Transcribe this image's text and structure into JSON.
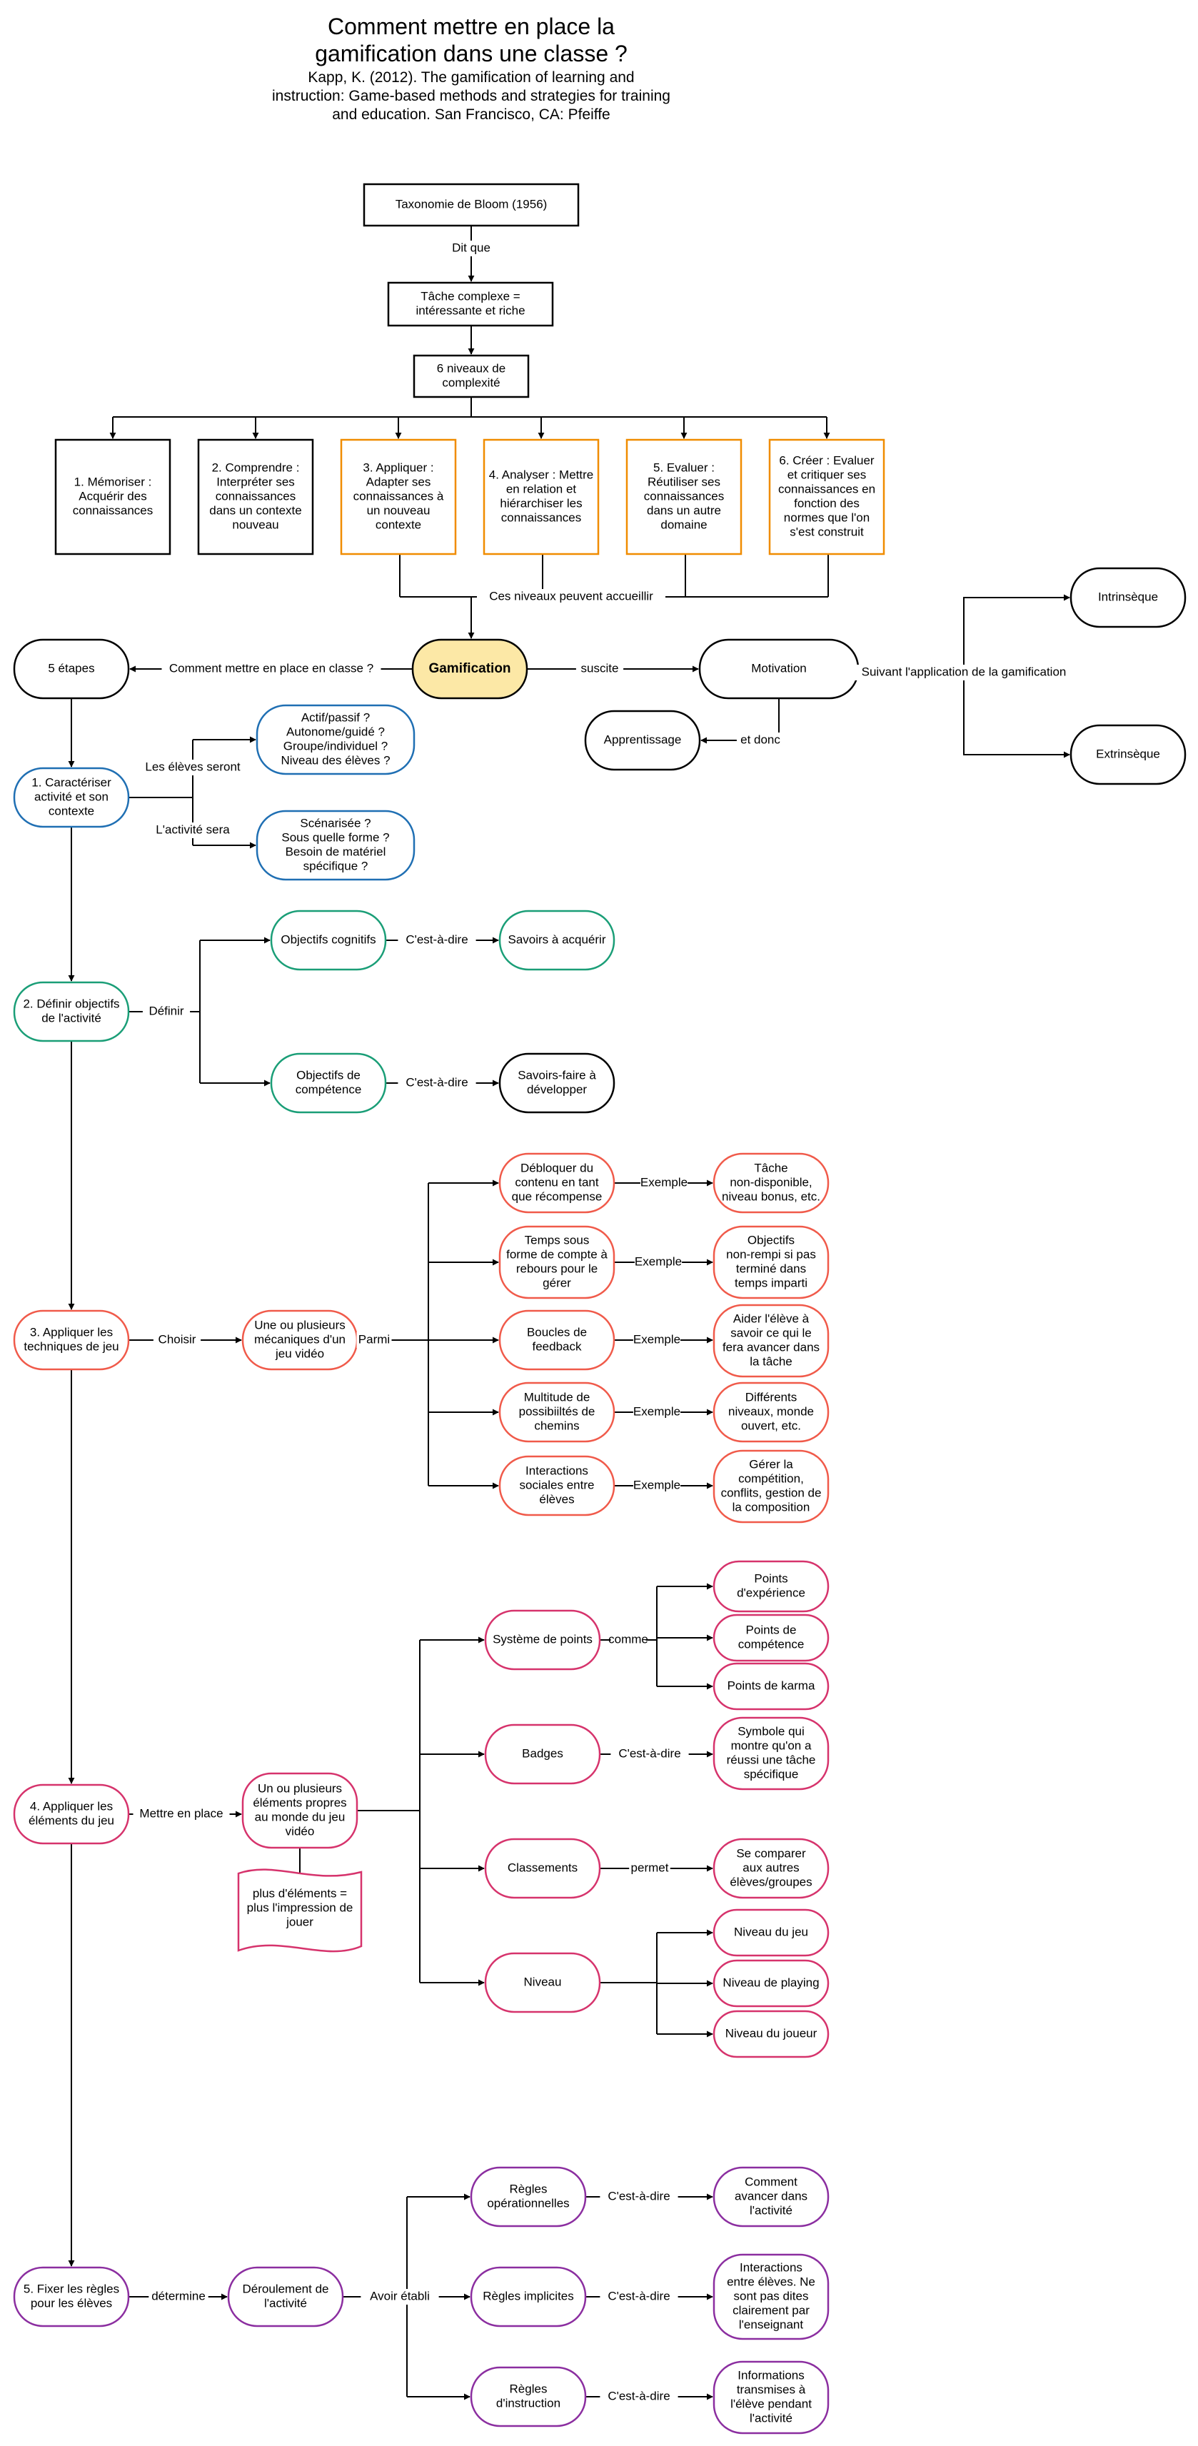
{
  "header": {
    "title": "Comment mettre en place la gamification dans une classe ?",
    "reference": "Kapp, K. (2012). The gamification of learning and instruction: Game-based methods and strategies for training and education. San Francisco, CA: Pfeiffe"
  },
  "colors": {
    "black": "#000000",
    "orange": "#f08c00",
    "blue": "#1f6fb3",
    "teal": "#1a9e77",
    "salmon": "#f05a4a",
    "pink": "#d6336c",
    "purple": "#8b2ea0",
    "gamification_fill": "#fce8a6"
  },
  "nodes": [
    {
      "id": "bloom",
      "lines": [
        "Taxonomie de Bloom (1956)"
      ],
      "color": "black"
    },
    {
      "id": "tache",
      "lines": [
        "Tâche complexe =",
        "intéressante et riche"
      ],
      "color": "black"
    },
    {
      "id": "niveaux",
      "lines": [
        "6 niveaux de",
        "complexité"
      ],
      "color": "black"
    },
    {
      "id": "memoriser",
      "lines": [
        "1. Mémoriser :",
        "Acquérir des",
        "connaissances"
      ],
      "color": "black"
    },
    {
      "id": "comprendre",
      "lines": [
        "2. Comprendre :",
        "Interpréter ses",
        "connaissances",
        "dans un contexte",
        "nouveau"
      ],
      "color": "black"
    },
    {
      "id": "appliquer",
      "lines": [
        "3. Appliquer :",
        "Adapter ses",
        "connaissances à",
        "un nouveau",
        "contexte"
      ],
      "color": "orange"
    },
    {
      "id": "analyser",
      "lines": [
        "4. Analyser : Mettre",
        "en relation et",
        "hiérarchiser les",
        "connaissances"
      ],
      "color": "orange"
    },
    {
      "id": "evaluer",
      "lines": [
        "5. Evaluer :",
        "Réutiliser ses",
        "connaissances",
        "dans un autre",
        "domaine"
      ],
      "color": "orange"
    },
    {
      "id": "creer",
      "lines": [
        "6. Créer : Evaluer",
        "et critiquer ses",
        "connaissances en",
        "fonction des",
        "normes que l'on",
        "s'est construit"
      ],
      "color": "orange"
    },
    {
      "id": "gamification",
      "lines": [
        "Gamification"
      ],
      "color": "black"
    },
    {
      "id": "etapes",
      "lines": [
        "5 étapes"
      ],
      "color": "black"
    },
    {
      "id": "motivation",
      "lines": [
        "Motivation"
      ],
      "color": "black"
    },
    {
      "id": "intrinseque",
      "lines": [
        "Intrinsèque"
      ],
      "color": "black"
    },
    {
      "id": "extrinseque",
      "lines": [
        "Extrinsèque"
      ],
      "color": "black"
    },
    {
      "id": "apprentissage",
      "lines": [
        "Apprentissage"
      ],
      "color": "black"
    },
    {
      "id": "e1",
      "lines": [
        "1. Caractériser",
        "activité et son",
        "contexte"
      ],
      "color": "blue"
    },
    {
      "id": "eleves",
      "lines": [
        "Actif/passif ?",
        "Autonome/guidé ?",
        "Groupe/individuel ?",
        "Niveau des élèves ?"
      ],
      "color": "blue"
    },
    {
      "id": "activite",
      "lines": [
        "Scénarisée ?",
        "Sous quelle forme ?",
        "Besoin de matériel",
        "spécifique ?"
      ],
      "color": "blue"
    },
    {
      "id": "e2",
      "lines": [
        "2. Définir objectifs",
        "de l'activité"
      ],
      "color": "teal"
    },
    {
      "id": "cognitifs",
      "lines": [
        "Objectifs cognitifs"
      ],
      "color": "teal"
    },
    {
      "id": "savoirs",
      "lines": [
        "Savoirs à acquérir"
      ],
      "color": "teal"
    },
    {
      "id": "competence",
      "lines": [
        "Objectifs de",
        "compétence"
      ],
      "color": "teal"
    },
    {
      "id": "savoirfaire",
      "lines": [
        "Savoirs-faire à",
        "développer"
      ],
      "color": "black"
    },
    {
      "id": "e3",
      "lines": [
        "3. Appliquer les",
        "techniques de jeu"
      ],
      "color": "salmon"
    },
    {
      "id": "mecaniques",
      "lines": [
        "Une ou plusieurs",
        "mécaniques d'un",
        "jeu vidéo"
      ],
      "color": "salmon"
    },
    {
      "id": "debloquer",
      "lines": [
        "Débloquer du",
        "contenu en tant",
        "que récompense"
      ],
      "color": "salmon"
    },
    {
      "id": "debloquer_ex",
      "lines": [
        "Tâche",
        "non-disponible,",
        "niveau bonus, etc."
      ],
      "color": "salmon"
    },
    {
      "id": "temps",
      "lines": [
        "Temps sous",
        "forme de compte à",
        "rebours pour le",
        "gérer"
      ],
      "color": "salmon"
    },
    {
      "id": "temps_ex",
      "lines": [
        "Objectifs",
        "non-rempi si pas",
        "terminé dans",
        "temps imparti"
      ],
      "color": "salmon"
    },
    {
      "id": "boucles",
      "lines": [
        "Boucles de",
        "feedback"
      ],
      "color": "salmon"
    },
    {
      "id": "boucles_ex",
      "lines": [
        "Aider l'élève à",
        "savoir ce qui le",
        "fera avancer dans",
        "la tâche"
      ],
      "color": "salmon"
    },
    {
      "id": "multitude",
      "lines": [
        "Multitude de",
        "possibiiltés de",
        "chemins"
      ],
      "color": "salmon"
    },
    {
      "id": "multitude_ex",
      "lines": [
        "Différents",
        "niveaux, monde",
        "ouvert, etc."
      ],
      "color": "salmon"
    },
    {
      "id": "interactions",
      "lines": [
        "Interactions",
        "sociales entre",
        "élèves"
      ],
      "color": "salmon"
    },
    {
      "id": "interactions_ex",
      "lines": [
        "Gérer la",
        "compétition,",
        "conflits, gestion de",
        "la composition"
      ],
      "color": "salmon"
    },
    {
      "id": "e4",
      "lines": [
        "4. Appliquer les",
        "éléments du jeu"
      ],
      "color": "pink"
    },
    {
      "id": "elements",
      "lines": [
        "Un ou plusieurs",
        "éléments propres",
        "au monde du jeu",
        "vidéo"
      ],
      "color": "pink"
    },
    {
      "id": "plus",
      "lines": [
        "plus d'éléments =",
        "plus l'impression de",
        "jouer"
      ],
      "color": "pink"
    },
    {
      "id": "points",
      "lines": [
        "Système de points"
      ],
      "color": "pink"
    },
    {
      "id": "pexp",
      "lines": [
        "Points",
        "d'expérience"
      ],
      "color": "pink"
    },
    {
      "id": "pcomp",
      "lines": [
        "Points de",
        "compétence"
      ],
      "color": "pink"
    },
    {
      "id": "pkarma",
      "lines": [
        "Points de karma"
      ],
      "color": "pink"
    },
    {
      "id": "badges",
      "lines": [
        "Badges"
      ],
      "color": "pink"
    },
    {
      "id": "symbole",
      "lines": [
        "Symbole qui",
        "montre qu'on a",
        "réussi une tâche",
        "spécifique"
      ],
      "color": "pink"
    },
    {
      "id": "classements",
      "lines": [
        "Classements"
      ],
      "color": "pink"
    },
    {
      "id": "comparer",
      "lines": [
        "Se comparer",
        "aux autres",
        "élèves/groupes"
      ],
      "color": "pink"
    },
    {
      "id": "niveau",
      "lines": [
        "Niveau"
      ],
      "color": "pink"
    },
    {
      "id": "njeu",
      "lines": [
        "Niveau du jeu"
      ],
      "color": "pink"
    },
    {
      "id": "nplaying",
      "lines": [
        "Niveau de playing"
      ],
      "color": "pink"
    },
    {
      "id": "njoueur",
      "lines": [
        "Niveau du joueur"
      ],
      "color": "pink"
    },
    {
      "id": "e5",
      "lines": [
        "5. Fixer les règles",
        "pour les élèves"
      ],
      "color": "purple"
    },
    {
      "id": "deroulement",
      "lines": [
        "Déroulement de",
        "l'activité"
      ],
      "color": "purple"
    },
    {
      "id": "regop",
      "lines": [
        "Règles",
        "opérationnelles"
      ],
      "color": "purple"
    },
    {
      "id": "comment",
      "lines": [
        "Comment",
        "avancer dans",
        "l'activité"
      ],
      "color": "purple"
    },
    {
      "id": "regimp",
      "lines": [
        "Règles implicites"
      ],
      "color": "purple"
    },
    {
      "id": "interel",
      "lines": [
        "Interactions",
        "entre élèves. Ne",
        "sont pas dites",
        "clairement par",
        "l'enseignant"
      ],
      "color": "purple"
    },
    {
      "id": "reginst",
      "lines": [
        "Règles",
        "d'instruction"
      ],
      "color": "purple"
    },
    {
      "id": "infos",
      "lines": [
        "Informations",
        "transmises à",
        "l'élève pendant",
        "l'activité"
      ],
      "color": "purple"
    }
  ],
  "edge_labels": [
    {
      "id": "dit_que",
      "text": "Dit que"
    },
    {
      "id": "accueillir",
      "text": "Ces niveaux peuvent accueillir"
    },
    {
      "id": "comment_classe",
      "text": "Comment mettre en place en classe ?"
    },
    {
      "id": "suscite",
      "text": "suscite"
    },
    {
      "id": "suivant",
      "text": "Suivant l'application de la gamification"
    },
    {
      "id": "et_donc",
      "text": "et donc"
    },
    {
      "id": "eleves_seront",
      "text": "Les élèves seront"
    },
    {
      "id": "activite_sera",
      "text": "L'activité sera"
    },
    {
      "id": "definir",
      "text": "Définir"
    },
    {
      "id": "cad1",
      "text": "C'est-à-dire"
    },
    {
      "id": "cad2",
      "text": "C'est-à-dire"
    },
    {
      "id": "choisir",
      "text": "Choisir"
    },
    {
      "id": "parmi",
      "text": "Parmi"
    },
    {
      "id": "ex1",
      "text": "Exemple"
    },
    {
      "id": "ex2",
      "text": "Exemple"
    },
    {
      "id": "ex3",
      "text": "Exemple"
    },
    {
      "id": "ex4",
      "text": "Exemple"
    },
    {
      "id": "ex5",
      "text": "Exemple"
    },
    {
      "id": "mettre_place",
      "text": "Mettre en place"
    },
    {
      "id": "comme",
      "text": "comme"
    },
    {
      "id": "cad3",
      "text": "C'est-à-dire"
    },
    {
      "id": "permet",
      "text": "permet"
    },
    {
      "id": "determine",
      "text": "détermine"
    },
    {
      "id": "avoir_etabli",
      "text": "Avoir établi"
    },
    {
      "id": "cad4",
      "text": "C'est-à-dire"
    },
    {
      "id": "cad5",
      "text": "C'est-à-dire"
    },
    {
      "id": "cad6",
      "text": "C'est-à-dire"
    }
  ]
}
